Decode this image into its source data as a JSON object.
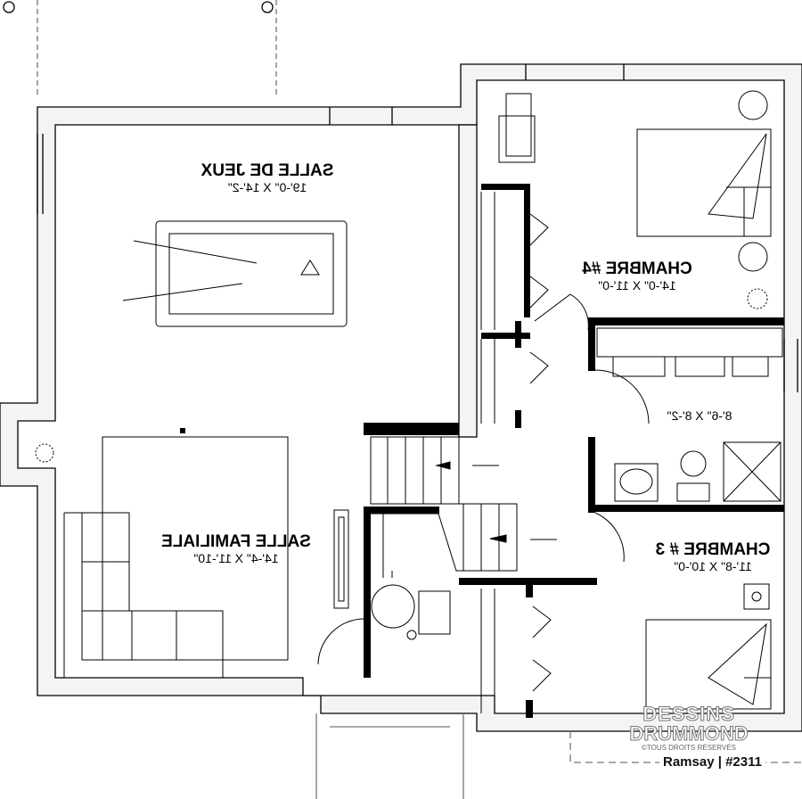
{
  "rooms": [
    {
      "name": "SALLE DE JEUX",
      "dims": "19'-0\" X 14'-2\""
    },
    {
      "name": "CHAMBRE #4",
      "dims": "14'-0\" X 11'-0\""
    },
    {
      "name": "",
      "dims": "8'-6\" X 8'-2\""
    },
    {
      "name": "SALLE FAMILIALE",
      "dims": "14'-4\" X 11'-10\""
    },
    {
      "name": "CHAMBRE # 3",
      "dims": "11'-8\" X 10'-0\""
    }
  ],
  "logo": {
    "line1": "DESSINS",
    "line2": "DRUMMOND",
    "line3": "©TOUS DROITS RÉSERVÉS"
  },
  "caption": "Ramsay | #2311",
  "colors": {
    "wall_fill": "#f2f2f2",
    "wall_stroke": "#000",
    "partition": "#000"
  }
}
